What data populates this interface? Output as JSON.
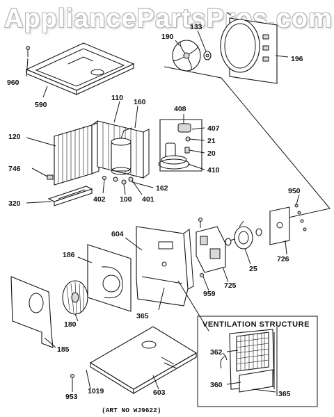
{
  "watermark": "AppliancePartsPros.com",
  "section_title": "VENTILATION STRUCTURE",
  "art_number": "(ART NO WJ9622)",
  "part_labels": {
    "p960": "960",
    "p590": "590",
    "p190": "190",
    "p133": "133",
    "p196": "196",
    "p110": "110",
    "p160": "160",
    "p408": "408",
    "p407": "407",
    "p21": "21",
    "p20": "20",
    "p410": "410",
    "p120": "120",
    "p746": "746",
    "p162": "162",
    "p402": "402",
    "p100": "100",
    "p401": "401",
    "p320": "320",
    "p950": "950",
    "p604": "604",
    "p186": "186",
    "p726": "726",
    "p25": "25",
    "p725": "725",
    "p959": "959",
    "p365a": "365",
    "p180": "180",
    "p185": "185",
    "p362": "362",
    "p360": "360",
    "p365b": "365",
    "p953": "953",
    "p1019": "1019",
    "p603": "603"
  }
}
